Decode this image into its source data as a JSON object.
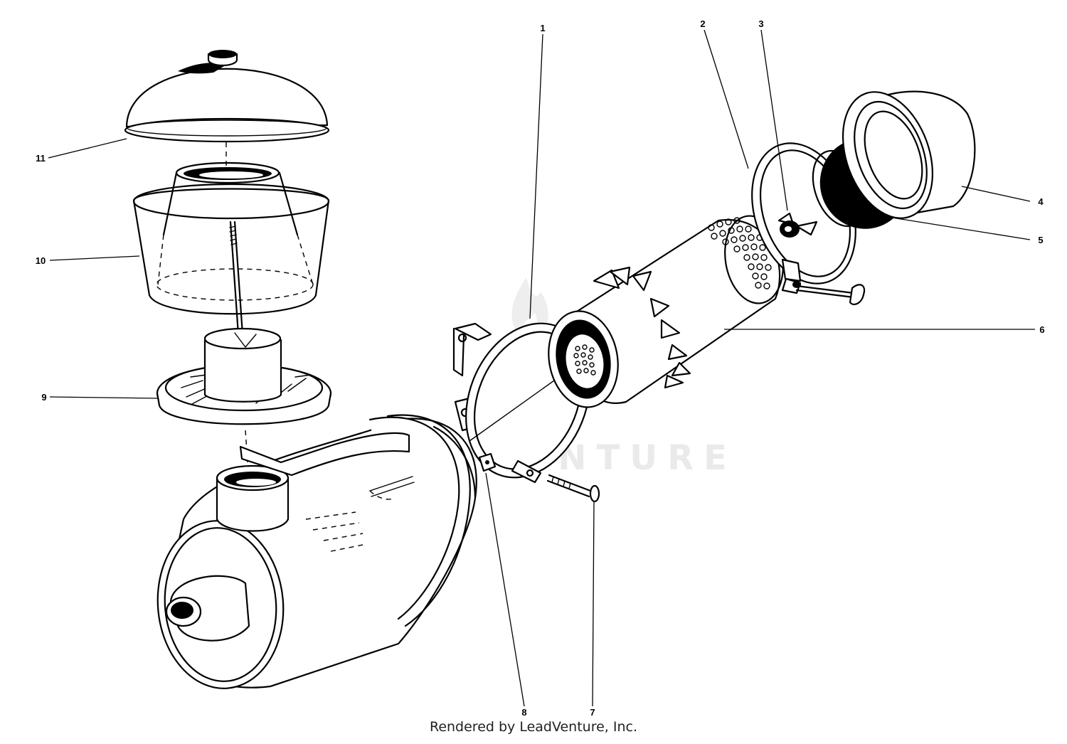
{
  "callouts": {
    "c1": "1",
    "c2": "2",
    "c3": "3",
    "c4": "4",
    "c5": "5",
    "c6": "6",
    "c7": "7",
    "c8": "8",
    "c9": "9",
    "c10": "10",
    "c11": "11"
  },
  "watermark": {
    "text": "LEADVENTURE"
  },
  "footer": {
    "text": "Rendered by LeadVenture, Inc."
  }
}
